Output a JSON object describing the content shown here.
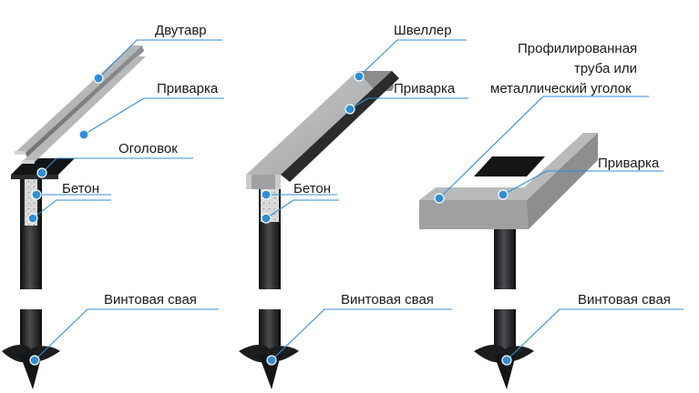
{
  "colors": {
    "steel": "#a9abad",
    "steel_dark": "#7d7f81",
    "steel_light": "#c4c6c8",
    "pile": "#1e1f21",
    "concrete": "#d8d8d8",
    "leader": "#2f8fd6"
  },
  "columns": [
    {
      "beam_label": "Двутавр",
      "weld_label": "Приварка",
      "cap_label": "Оголовок",
      "fill_label": "Бетон",
      "pile_label": "Винтовая свая"
    },
    {
      "beam_label": "Швеллер",
      "weld_label": "Приварка",
      "fill_label": "Бетон",
      "pile_label": "Винтовая свая"
    },
    {
      "beam_label_lines": [
        "Профилированная",
        "труба или",
        "металлический уголок"
      ],
      "weld_label": "Приварка",
      "pile_label": "Винтовая свая"
    }
  ]
}
